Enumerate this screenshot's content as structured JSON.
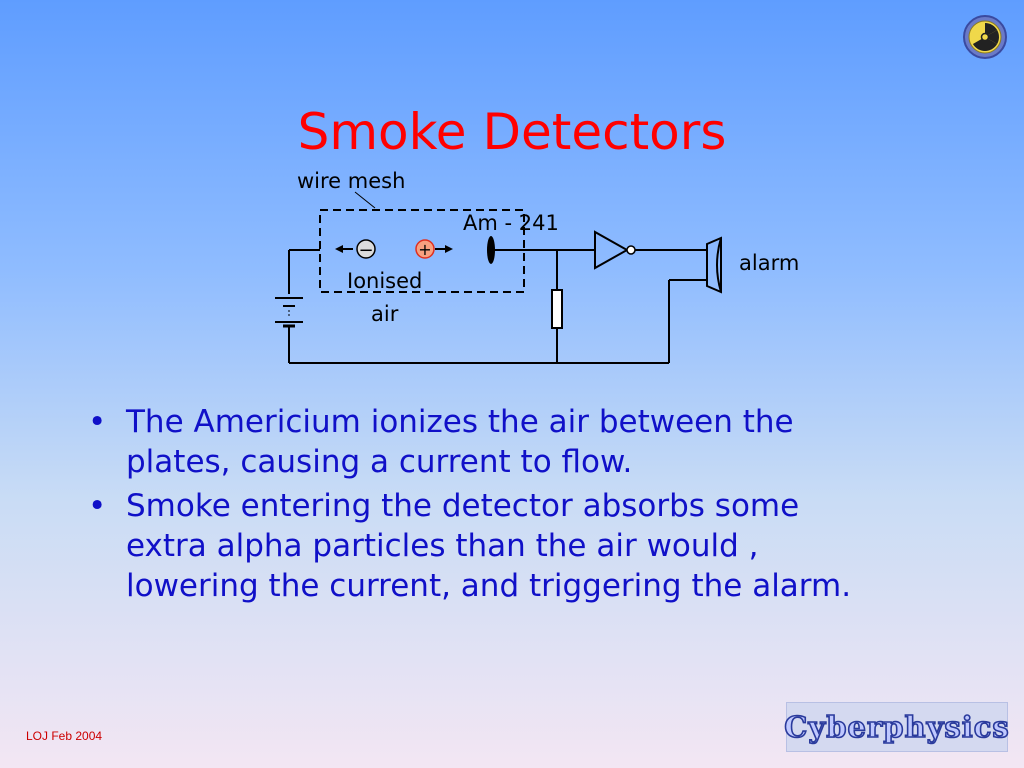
{
  "slide": {
    "title": "Smoke Detectors",
    "bullets": [
      "The Americium ionizes the air between the plates, causing a current to flow.",
      "Smoke entering the detector absorbs some extra alpha particles than the air would , lowering the current, and triggering the alarm."
    ],
    "bullet_glyph": "•",
    "footer": "LOJ Feb 2004",
    "logo": "Cyberphysics"
  },
  "diagram": {
    "labels": {
      "mesh": "wire mesh",
      "source": "Am - 241",
      "air_line1": "Ionised",
      "air_line2": "air",
      "alarm": "alarm",
      "minus": "−",
      "plus": "+"
    }
  },
  "icons": [
    "radiation-icon",
    "negative-ion-icon",
    "positive-ion-icon",
    "battery-icon",
    "resistor-icon",
    "inverter-icon",
    "speaker-icon"
  ],
  "colors": {
    "title": "#ff0000",
    "bullet_text": "#1010c8",
    "footer": "#cc0000"
  }
}
